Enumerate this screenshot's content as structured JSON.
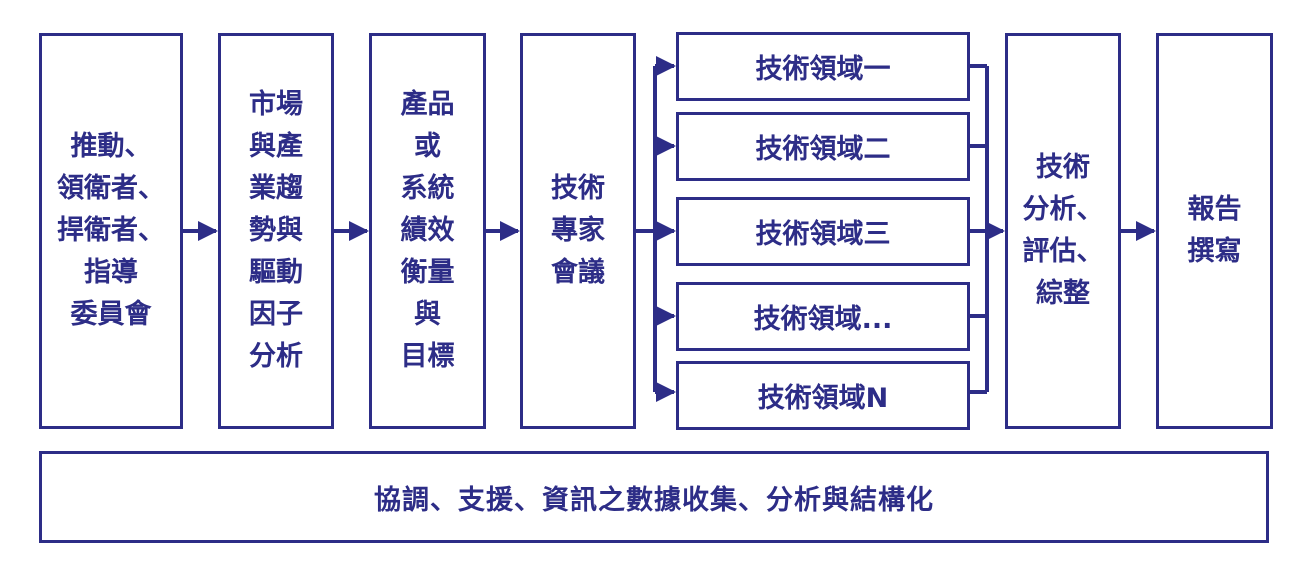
{
  "nodes": {
    "committee": "推動、\n領衛者、\n捍衛者、\n指導\n委員會",
    "market": "市場\n與產\n業趨\n勢與\n驅動\n因子\n分析",
    "product": "產品\n或\n系統\n績效\n衡量\n與\n目標",
    "experts": "技術\n專家\n會議",
    "domains": [
      "技術領域一",
      "技術領域二",
      "技術領域三",
      "技術領域...",
      "技術領域N"
    ],
    "analysis": "技術\n分析、\n評估、\n綜整",
    "report": "報告\n撰寫"
  },
  "footer": "協調、支援、資訊之數據收集、分析與結構化",
  "colors": {
    "stroke": "#2d2d87",
    "text": "#2d2d87",
    "background": "#ffffff"
  }
}
